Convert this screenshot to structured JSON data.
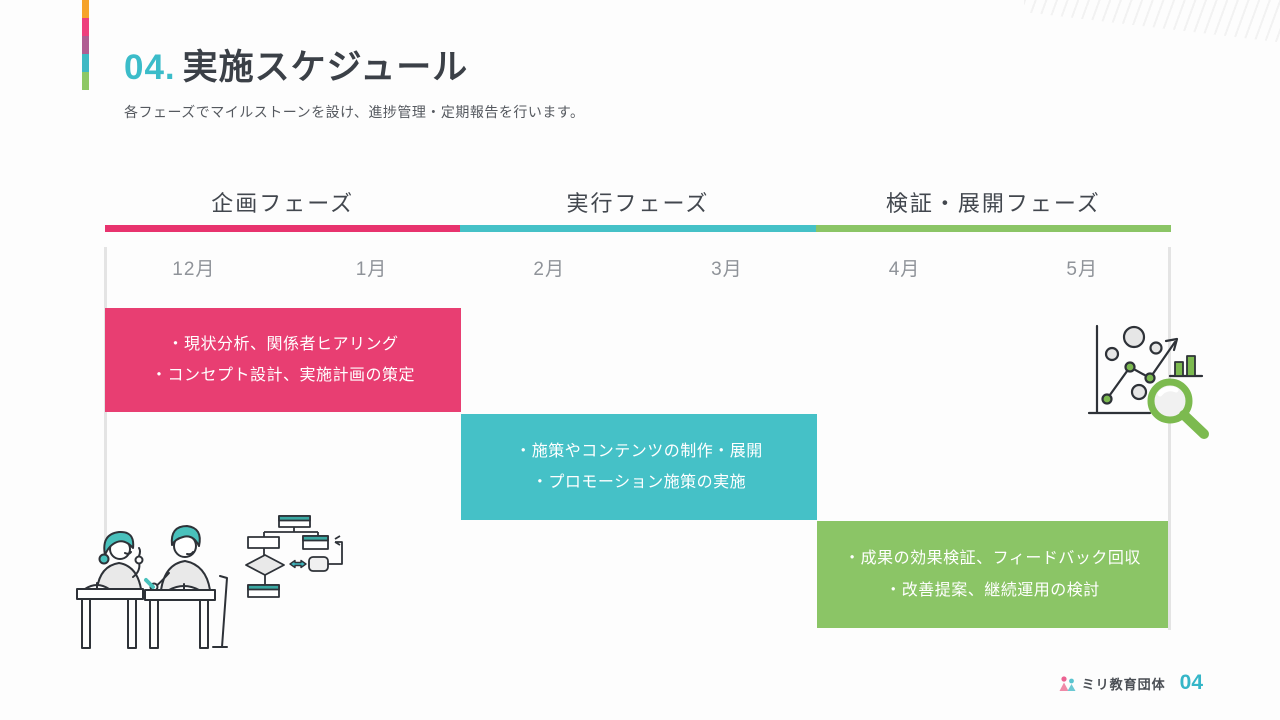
{
  "slide": {
    "number": "04.",
    "title": "実施スケジュール",
    "subtitle": "各フェーズでマイルストーンを設け、進捗管理・定期報告を行います。"
  },
  "timeline": {
    "phases": [
      {
        "label": "企画フェーズ",
        "color": "#e8336e"
      },
      {
        "label": "実行フェーズ",
        "color": "#45c1c7"
      },
      {
        "label": "検証・展開フェーズ",
        "color": "#8bc566"
      }
    ],
    "months": [
      "12月",
      "1月",
      "2月",
      "3月",
      "4月",
      "5月"
    ],
    "bars": [
      {
        "phase": "企画フェーズ",
        "start_month": "12月",
        "end_month": "1月",
        "color": "#e83e72",
        "lines": [
          "・現状分析、関係者ヒアリング",
          "・コンセプト設計、実施計画の策定"
        ]
      },
      {
        "phase": "実行フェーズ",
        "start_month": "2月",
        "end_month": "3月",
        "color": "#45c1c7",
        "lines": [
          "・施策やコンテンツの制作・展開",
          "・プロモーション施策の実施"
        ]
      },
      {
        "phase": "検証・展開フェーズ",
        "start_month": "4月",
        "end_month": "5月",
        "color": "#8bc566",
        "lines": [
          "・成果の効果検証、フィードバック回収",
          "・改善提案、継続運用の検討"
        ]
      }
    ]
  },
  "footer": {
    "brand": "ミリ教育団体",
    "page": "04"
  },
  "decor": {
    "accent_stripe_colors": [
      "#f6a32b",
      "#ee3f7d",
      "#b05d92",
      "#3fb9c4",
      "#8ec865"
    ],
    "illustrations": [
      "people-studying-illustration",
      "flowchart-illustration",
      "scatter-chart-magnifier-illustration"
    ]
  }
}
